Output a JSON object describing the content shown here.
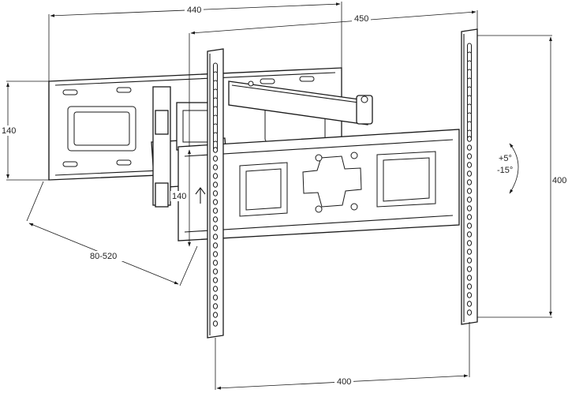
{
  "dimensions": {
    "top_width": "440",
    "arm_width": "450",
    "wall_height": "140",
    "mid_height": "140",
    "extension": "80-520",
    "vesa_height": "400",
    "vesa_width": "400"
  },
  "tilt": {
    "up": "+5°",
    "down": "-15°"
  }
}
